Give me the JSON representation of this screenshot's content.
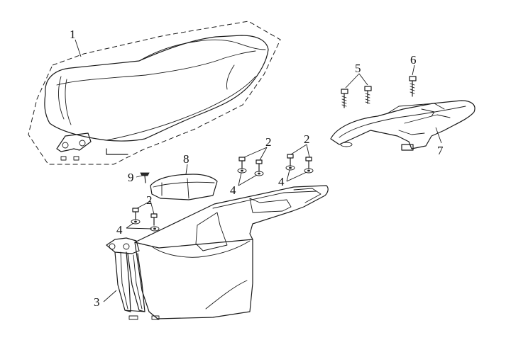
{
  "callouts": {
    "c1": "1",
    "c2a": "2",
    "c2b": "2",
    "c2c": "2",
    "c3": "3",
    "c4a": "4",
    "c4b": "4",
    "c4c": "4",
    "c5": "5",
    "c6": "6",
    "c7": "7",
    "c8": "8",
    "c9": "9"
  },
  "parts": [
    {
      "id": "1",
      "name": "seat-assembly"
    },
    {
      "id": "2",
      "name": "bolt"
    },
    {
      "id": "3",
      "name": "helmet-box"
    },
    {
      "id": "4",
      "name": "washer"
    },
    {
      "id": "5",
      "name": "bolt"
    },
    {
      "id": "6",
      "name": "bolt"
    },
    {
      "id": "7",
      "name": "rear-carrier"
    },
    {
      "id": "8",
      "name": "cover-lid"
    },
    {
      "id": "9",
      "name": "screw"
    }
  ],
  "colors": {
    "line": "#1a1a1a",
    "background": "#ffffff"
  }
}
